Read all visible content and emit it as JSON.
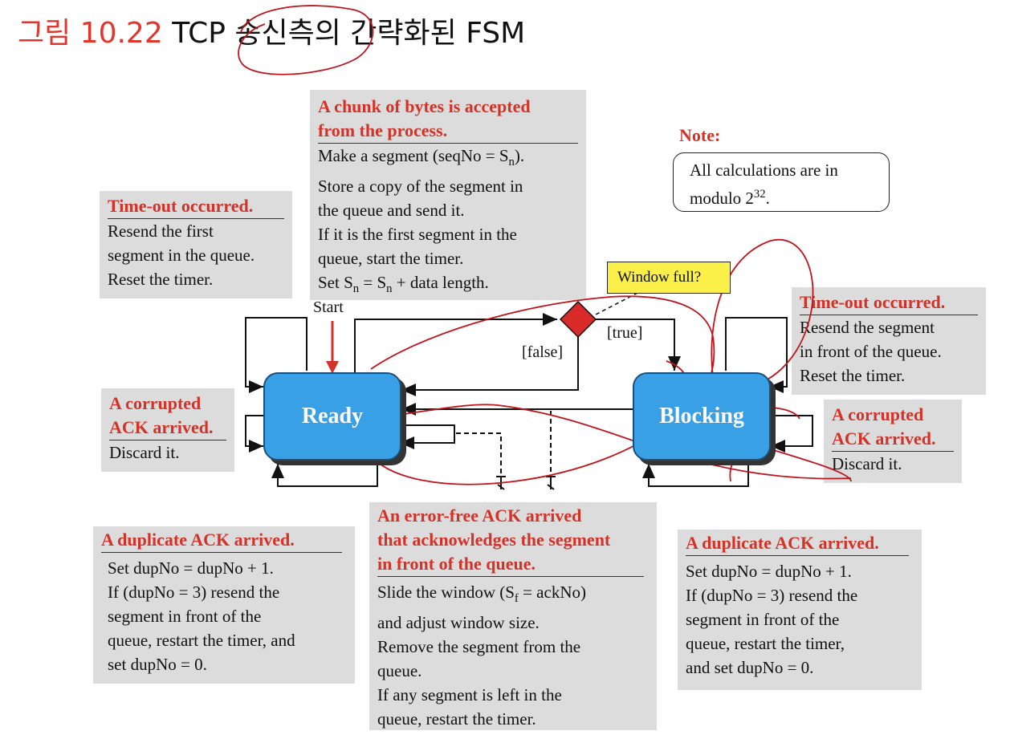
{
  "title": {
    "figure": "그림 10.22",
    "text": "TCP 송신측의 간략화된 FSM"
  },
  "note": {
    "label": "Note:",
    "line1": "All calculations are in",
    "line2_pre": "modulo 2",
    "line2_sup": "32",
    "line2_post": "."
  },
  "states": {
    "ready": "Ready",
    "blocking": "Blocking"
  },
  "labels": {
    "start": "Start",
    "true": "[true]",
    "false": "[false]",
    "window_full": "Window full?"
  },
  "boxes": {
    "chunk": {
      "head1": "A chunk of bytes is accepted",
      "head2": "from the process.",
      "l1_pre": "Make a segment (seqNo = S",
      "l1_sub": "n",
      "l1_post": ").",
      "l2": "Store a copy of the segment in",
      "l3": "the queue and send it.",
      "l4": "If it is the first segment in the",
      "l5": "queue, start the timer.",
      "l6_a": "Set S",
      "l6_b": "n",
      "l6_c": " = S",
      "l6_d": "n",
      "l6_e": " + data length."
    },
    "timeout_left": {
      "head": "Time-out occurred.",
      "l1": "Resend the first",
      "l2": "segment in the queue.",
      "l3": "Reset the timer."
    },
    "timeout_right": {
      "head": "Time-out occurred.",
      "l1": "Resend the segment",
      "l2": "in front of the queue.",
      "l3": "Reset the timer."
    },
    "corrupt_left": {
      "head1": "A corrupted",
      "head2": "ACK arrived.",
      "l1": "Discard it."
    },
    "corrupt_right": {
      "head1": "A corrupted",
      "head2": "ACK arrived.",
      "l1": "Discard it."
    },
    "dup_left": {
      "head": "A duplicate ACK arrived.",
      "l1": "Set dupNo = dupNo + 1.",
      "l2": "If (dupNo = 3) resend the",
      "l3": "segment in front of the",
      "l4": "queue, restart the timer, and",
      "l5": "set dupNo = 0."
    },
    "errfree": {
      "head1": "An error-free ACK arrived",
      "head2": "that acknowledges the segment",
      "head3": "in front of the queue.",
      "l1_pre": "Slide the window (S",
      "l1_sub": "f",
      "l1_post": "  = ackNo)",
      "l2": "and adjust window size.",
      "l3": "Remove the segment from the",
      "l4": "queue.",
      "l5": "If any segment is left in the",
      "l6": "queue, restart the timer."
    },
    "dup_right": {
      "head": "A duplicate ACK arrived.",
      "l1": "Set dupNo = dupNo + 1.",
      "l2": "If (dupNo = 3) resend the",
      "l3": "segment in front of the",
      "l4": "queue, restart the timer,",
      "l5": "and set dupNo = 0."
    }
  },
  "colors": {
    "heading_red": "#d23228",
    "state_blue": "#3aa0e6",
    "box_gray": "#dcdcdc",
    "callout_yellow": "#fbf04a",
    "annotation_red": "#c0141c"
  }
}
